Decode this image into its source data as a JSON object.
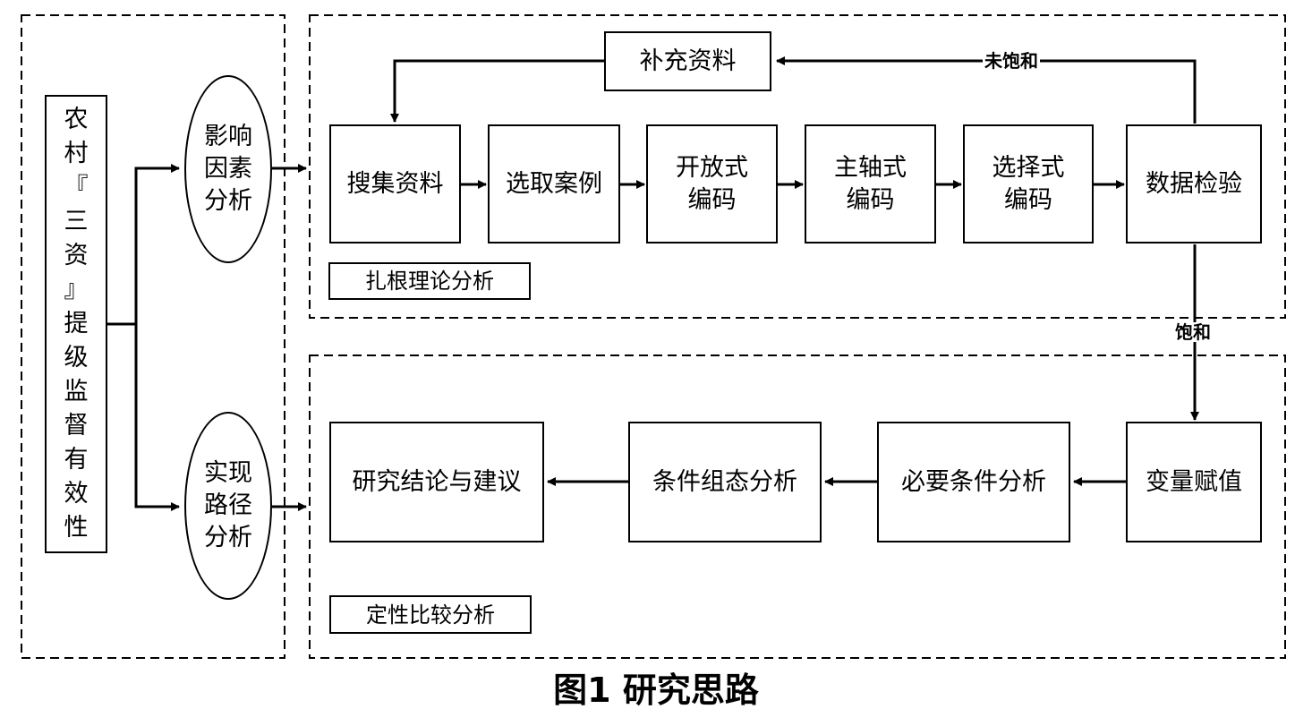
{
  "left_box": {
    "chars": [
      "农",
      "村",
      "『",
      "三",
      "资",
      "』",
      "提",
      "级",
      "监",
      "督",
      "有",
      "效",
      "性"
    ]
  },
  "ellipses": {
    "factors": "影响\n因素\n分析",
    "path": "实现\n路径\n分析"
  },
  "grounded": {
    "section_label": "扎根理论分析",
    "supplement": "补充资料",
    "unsaturated": "未饱和",
    "steps": [
      "搜集资料",
      "选取案例",
      "开放式\n编码",
      "主轴式\n编码",
      "选择式\n编码",
      "数据检验"
    ]
  },
  "saturated": "饱和",
  "qca": {
    "section_label": "定性比较分析",
    "steps": [
      "变量赋值",
      "必要条件分析",
      "条件组态分析",
      "研究结论与建议"
    ]
  },
  "caption": "图1  研究思路"
}
